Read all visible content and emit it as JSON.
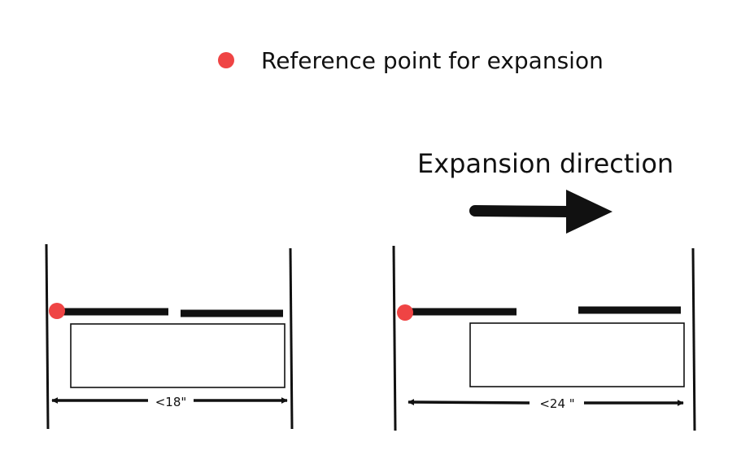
{
  "legend": {
    "label": "Reference point for expansion",
    "marker_color": "#ef4444"
  },
  "direction": {
    "label": "Expansion direction",
    "arrow_icon": "right-arrow-icon"
  },
  "left_diagram": {
    "width_label": "<18\""
  },
  "right_diagram": {
    "width_label": "<24 \""
  },
  "colors": {
    "stroke": "#111111",
    "reference_point": "#ef4444",
    "background": "#ffffff"
  }
}
